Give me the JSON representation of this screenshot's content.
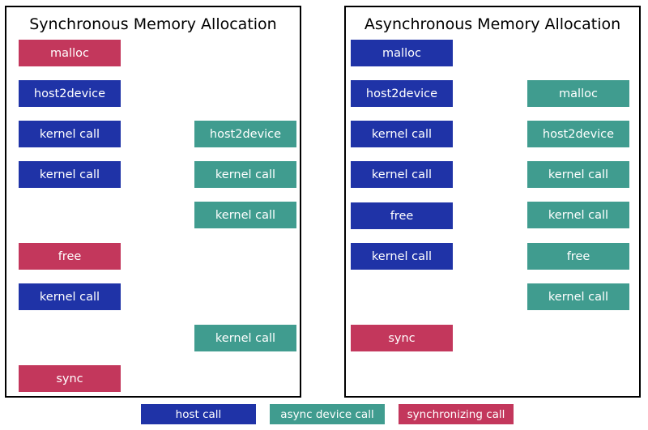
{
  "colors": {
    "host": "#1f33a7",
    "async_device": "#409c8f",
    "synchronizing": "#c3375c"
  },
  "left_panel": {
    "title": "Synchronous Memory Allocation",
    "boxes": [
      {
        "id": "L1",
        "label": "malloc",
        "kind": "sync"
      },
      {
        "id": "L2",
        "label": "host2device",
        "kind": "host"
      },
      {
        "id": "L3",
        "label": "kernel call",
        "kind": "host"
      },
      {
        "id": "L4",
        "label": "kernel call",
        "kind": "host"
      },
      {
        "id": "L5",
        "label": "free",
        "kind": "sync"
      },
      {
        "id": "L6",
        "label": "kernel call",
        "kind": "host"
      },
      {
        "id": "L7",
        "label": "sync",
        "kind": "sync"
      },
      {
        "id": "LD1",
        "label": "host2device",
        "kind": "dev"
      },
      {
        "id": "LD2",
        "label": "kernel call",
        "kind": "dev"
      },
      {
        "id": "LD3",
        "label": "kernel call",
        "kind": "dev"
      },
      {
        "id": "LD4",
        "label": "kernel call",
        "kind": "dev"
      }
    ]
  },
  "right_panel": {
    "title": "Asynchronous Memory Allocation",
    "boxes": [
      {
        "id": "R1",
        "label": "malloc",
        "kind": "host"
      },
      {
        "id": "R2",
        "label": "host2device",
        "kind": "host"
      },
      {
        "id": "R3",
        "label": "kernel call",
        "kind": "host"
      },
      {
        "id": "R4",
        "label": "kernel call",
        "kind": "host"
      },
      {
        "id": "R5",
        "label": "free",
        "kind": "host"
      },
      {
        "id": "R6",
        "label": "kernel call",
        "kind": "host"
      },
      {
        "id": "R7",
        "label": "sync",
        "kind": "sync"
      },
      {
        "id": "RD1",
        "label": "malloc",
        "kind": "dev"
      },
      {
        "id": "RD2",
        "label": "host2device",
        "kind": "dev"
      },
      {
        "id": "RD3",
        "label": "kernel call",
        "kind": "dev"
      },
      {
        "id": "RD4",
        "label": "kernel call",
        "kind": "dev"
      },
      {
        "id": "RD5",
        "label": "free",
        "kind": "dev"
      },
      {
        "id": "RD6",
        "label": "kernel call",
        "kind": "dev"
      }
    ]
  },
  "legend": [
    {
      "label": "host call",
      "kind": "host"
    },
    {
      "label": "async device call",
      "kind": "dev"
    },
    {
      "label": "synchronizing call",
      "kind": "sync"
    }
  ]
}
